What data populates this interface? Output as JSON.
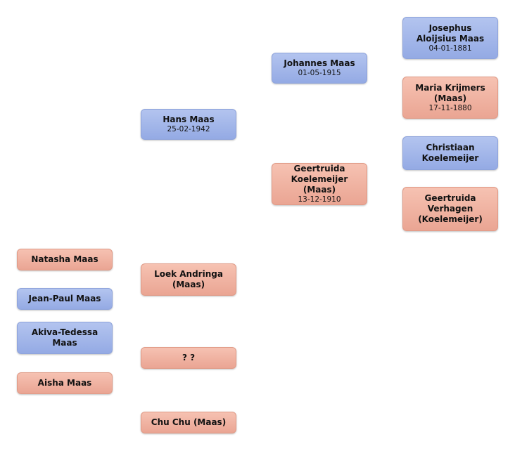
{
  "people": {
    "josephus": {
      "name": "Josephus Aloijsius Maas",
      "date": "04-01-1881",
      "gender": "male"
    },
    "maria": {
      "name": "Maria Krijmers (Maas)",
      "date": "17-11-1880",
      "gender": "female"
    },
    "christiaan": {
      "name": "Christiaan Koelemeijer",
      "date": "",
      "gender": "male"
    },
    "geertruida_v": {
      "name": "Geertruida Verhagen (Koelemeijer)",
      "date": "",
      "gender": "female"
    },
    "johannes": {
      "name": "Johannes Maas",
      "date": "01-05-1915",
      "gender": "male"
    },
    "geertruida_k": {
      "name": "Geertruida Koelemeijer (Maas)",
      "date": "13-12-1910",
      "gender": "female"
    },
    "hans": {
      "name": "Hans Maas",
      "date": "25-02-1942",
      "gender": "male"
    },
    "loek": {
      "name": "Loek Andringa (Maas)",
      "date": "",
      "gender": "female"
    },
    "unknown": {
      "name": "? ?",
      "date": "",
      "gender": "female"
    },
    "chuchu": {
      "name": "Chu Chu (Maas)",
      "date": "",
      "gender": "female"
    },
    "natasha": {
      "name": "Natasha Maas",
      "date": "",
      "gender": "female"
    },
    "jeanpaul": {
      "name": "Jean-Paul Maas",
      "date": "",
      "gender": "male"
    },
    "akiva": {
      "name": "Akiva-Tedessa Maas",
      "date": "",
      "gender": "male"
    },
    "aisha": {
      "name": "Aisha Maas",
      "date": "",
      "gender": "female"
    }
  }
}
